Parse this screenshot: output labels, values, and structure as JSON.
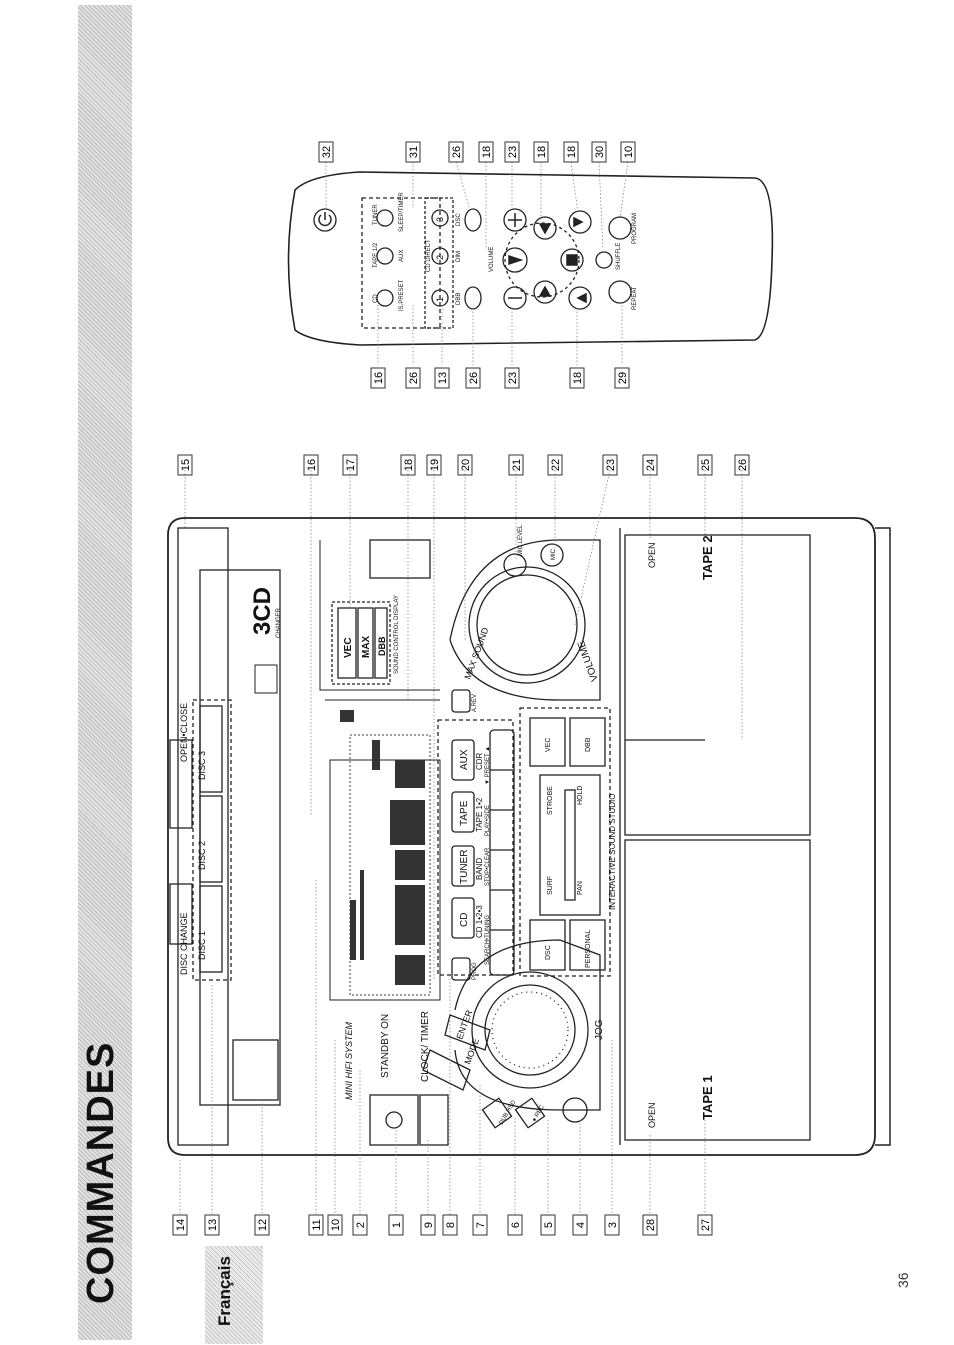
{
  "page": {
    "title": "COMMANDES",
    "language": "Français",
    "page_number": "36"
  },
  "unit": {
    "disc_change": "DISC CHANGE",
    "open_close": "OPEN•CLOSE",
    "discs": [
      "DISC 1",
      "DISC 2",
      "DISC 3"
    ],
    "brand_cd": "3CD",
    "brand_changer": "CHANGER",
    "model": "MINI HIFI SYSTEM",
    "standby": "STANDBY ON",
    "clock_timer": "CLOCK/ TIMER",
    "sound_control": [
      "VEC",
      "MAX",
      "DBB"
    ],
    "sound_control_label": "SOUND CONTROL DISPLAY",
    "source_buttons": [
      "CD",
      "TUNER",
      "TAPE",
      "AUX"
    ],
    "source_sub": [
      "CD 1•2•3",
      "BAND",
      "TAPE 1•2",
      "CDR"
    ],
    "transport_label_1": "SEARCH•TUNING",
    "transport_label_2": "STOP•CLEAR",
    "transport_label_3": "PLAY•SIDE",
    "transport_label_4": "▼ PRESET ▲",
    "small_buttons": [
      "PROG",
      "A.REV"
    ],
    "max_sound": "MAX SOUND",
    "volume": "VOLUME",
    "mode": "MODE",
    "enter": "ENTER",
    "jog": "JOG",
    "dub_hsd": "DUB HSD",
    "rec": "● REC",
    "mic_level": "MIC LEVEL",
    "mic": "MIC",
    "studio_label": "INTERACTIVE SOUND STUDIO",
    "studio_buttons": [
      "DSC",
      "PERSONAL",
      "SURF",
      "PAN",
      "STROBE",
      "HOLD",
      "VEC",
      "DBB"
    ],
    "tape1": "TAPE 1",
    "tape2": "TAPE 2",
    "open": "OPEN"
  },
  "remote": {
    "row1": [
      "CD",
      "TAPE 1/2",
      "TUNER"
    ],
    "row2": [
      "IS.PRESET",
      "AUX",
      "SLEEP/TIMER"
    ],
    "row3": [
      "1",
      "2",
      "3"
    ],
    "row3_label": "CD DIRECT",
    "row4": [
      "DBB",
      "DIM",
      "DSC"
    ],
    "volume": "VOLUME",
    "bottom": [
      "REPEAT",
      "SHUFFLE",
      "PROGRAM"
    ]
  },
  "callouts_unit_left": [
    "14",
    "13",
    "12",
    "11",
    "10",
    "2",
    "1",
    "9",
    "8",
    "7",
    "6",
    "5",
    "4",
    "3",
    "28",
    "27"
  ],
  "callouts_unit_right": [
    "15",
    "16",
    "17",
    "18",
    "19",
    "20",
    "21",
    "22",
    "23",
    "24",
    "25",
    "26"
  ],
  "callouts_remote_top": [
    "32",
    "31",
    "26",
    "18",
    "23",
    "18",
    "18",
    "30",
    "10"
  ],
  "callouts_remote_bottom": [
    "16",
    "26",
    "13",
    "26",
    "23",
    "18",
    "29"
  ]
}
